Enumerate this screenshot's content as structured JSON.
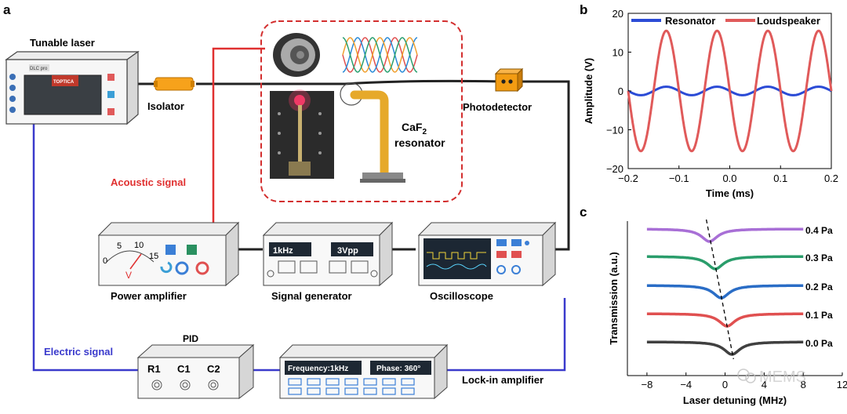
{
  "panels": {
    "a": "a",
    "b": "b",
    "c": "c"
  },
  "setup": {
    "tunable_laser": "Tunable laser",
    "laser_brand": "TOPTICA",
    "laser_model": "DLC pro",
    "isolator": "Isolator",
    "photodetector": "Photodetector",
    "resonator_line1": "CaF",
    "resonator_sub": "2",
    "resonator_line2": "resonator",
    "acoustic_signal": "Acoustic signal",
    "electric_signal": "Electric signal",
    "power_amplifier": "Power amplifier",
    "signal_generator": "Signal generator",
    "oscilloscope": "Oscilloscope",
    "pid": "PID",
    "lock_in_amplifier": "Lock-in amplifier",
    "sg_freq": "1kHz",
    "sg_amp": "3Vpp",
    "lia_freq": "Frequency:1kHz",
    "lia_phase": "Phase: 360°",
    "pid_r1": "R1",
    "pid_c1": "C1",
    "pid_c2": "C2",
    "meter_ticks": [
      "0",
      "5",
      "10",
      "15"
    ],
    "meter_unit": "V",
    "colors": {
      "acoustic": "#e03030",
      "electric": "#3a3acc",
      "fiber": "#222222",
      "isolator": "#f7a21b",
      "photodetector": "#f39c12"
    }
  },
  "chart_b": {
    "type": "line",
    "xlabel": "Time (ms)",
    "ylabel": "Amplitude (V)",
    "xlim": [
      -0.2,
      0.2
    ],
    "ylim": [
      -20,
      20
    ],
    "xticks": [
      "-0.2",
      "-0.1",
      "0.0",
      "0.1",
      "0.2"
    ],
    "yticks": [
      "20",
      "10",
      "0",
      "-10",
      "-20"
    ],
    "legend_placement": "top",
    "series": [
      {
        "name": "Resonator",
        "color": "#2b4bd6",
        "amplitude": 1.1,
        "frequency_khz": 10,
        "phase_deg": 180
      },
      {
        "name": "Loudspeaker",
        "color": "#e05a5a",
        "amplitude": 15.5,
        "frequency_khz": 10,
        "phase_deg": 180
      }
    ]
  },
  "chart_c": {
    "type": "line",
    "xlabel": "Laser detuning (MHz)",
    "ylabel": "Transmission (a.u.)",
    "xlim": [
      -10,
      12
    ],
    "xticks": [
      "-8",
      "-4",
      "0",
      "4",
      "8",
      "12"
    ],
    "series": [
      {
        "name": "0.4 Pa",
        "color": "#a86fd6",
        "center_mhz": -1.6
      },
      {
        "name": "0.3 Pa",
        "color": "#2a9d6b",
        "center_mhz": -1.0
      },
      {
        "name": "0.2 Pa",
        "color": "#2a6dc6",
        "center_mhz": -0.4
      },
      {
        "name": "0.1 Pa",
        "color": "#e05050",
        "center_mhz": 0.2
      },
      {
        "name": "0.0 Pa",
        "color": "#404040",
        "center_mhz": 0.7
      }
    ]
  },
  "watermark": "MEMS"
}
